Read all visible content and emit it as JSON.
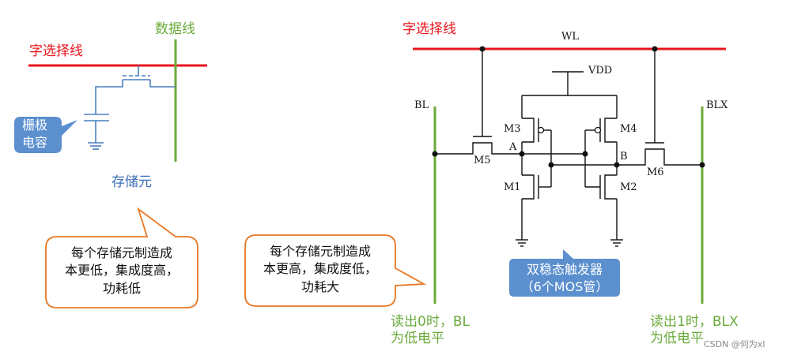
{
  "left": {
    "word_line_label": "字选择线",
    "data_line_label": "数据线",
    "cap_label_line1": "栅极",
    "cap_label_line2": "电容",
    "storage_label": "存储元",
    "callout_line1": "每个存储元制造成",
    "callout_line2": "本更低，集成度高，",
    "callout_line3": "功耗低"
  },
  "right": {
    "word_line_label": "字选择线",
    "wl_label": "WL",
    "vdd_label": "VDD",
    "bl_label": "BL",
    "blx_label": "BLX",
    "m1": "M1",
    "m2": "M2",
    "m3": "M3",
    "m4": "M4",
    "m5": "M5",
    "m6": "M6",
    "node_a": "A",
    "node_b": "B",
    "flipflop_line1": "双稳态触发器",
    "flipflop_line2": "（6个MOS管）",
    "callout_line1": "每个存储元制造成",
    "callout_line2": "本更高，集成度低，",
    "callout_line3": "功耗大",
    "bl_note_line1": "读出0时，BL",
    "bl_note_line2": "为低电平",
    "blx_note_line1": "读出1时，BLX",
    "blx_note_line2": "为低电平"
  },
  "watermark": "CSDN @何为xl",
  "colors": {
    "word_line": "#e8141c",
    "data_line": "#6aaa3a",
    "callout_border": "#e87722",
    "label_box": "#5b8fce",
    "cell_wire": "#4a7fc0"
  }
}
